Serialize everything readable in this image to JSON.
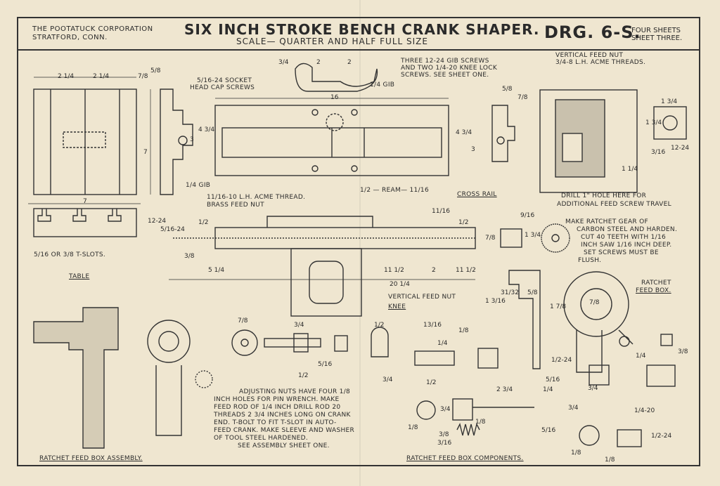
{
  "header": {
    "company_line1": "THE POOTATUCK CORPORATION",
    "company_line2": "STRATFORD, CONN.",
    "title": "SIX INCH STROKE BENCH CRANK SHAPER.",
    "scale": "SCALE— QUARTER AND HALF FULL SIZE",
    "drawing_no": "DRG. 6-S.",
    "sheets_line1": "FOUR SHEETS",
    "sheets_line2": "SHEET THREE."
  },
  "notes": {
    "gib_screws_1": "THREE 12-24 GIB SCREWS",
    "gib_screws_2": "AND TWO 1/4-20 KNEE LOCK",
    "gib_screws_3": "SCREWS. SEE SHEET ONE.",
    "socket_screws_1": "5/16-24 SOCKET",
    "socket_screws_2": "HEAD CAP SCREWS",
    "gib_top": "1/4 GIB",
    "gib_left": "1/4 GIB",
    "acme_thread": "11/16-10 L.H. ACME THREAD.",
    "brass_nut": "BRASS FEED NUT",
    "ream": "1/2 — REAM— 11/16",
    "cross_rail": "CROSS RAIL",
    "vfn_1": "VERTICAL FEED NUT",
    "vfn_2": "3/4-8 L.H. ACME THREADS.",
    "drill_1": "DRILL 1\" HOLE HERE FOR",
    "drill_2": "ADDITIONAL FEED SCREW TRAVEL",
    "ratchet_1": "MAKE RATCHET GEAR OF",
    "ratchet_2": "CARBON STEEL AND HARDEN.",
    "ratchet_3": "CUT 40 TEETH WITH 1/16",
    "ratchet_4": "INCH SAW 1/16 INCH DEEP.",
    "ratchet_5": "SET SCREWS MUST BE",
    "ratchet_6": "FLUSH.",
    "tslots": "5/16 OR 3/8 T-SLOTS.",
    "table": "TABLE",
    "vertical_feed_nut": "VERTICAL FEED NUT",
    "knee": "KNEE",
    "ratchet_feed_box_1": "RATCHET",
    "ratchet_feed_box_2": "FEED BOX.",
    "adj_1": "ADJUSTING NUTS HAVE FOUR 1/8",
    "adj_2": "INCH HOLES FOR PIN WRENCH. MAKE",
    "adj_3": "FEED ROD OF 1/4 INCH DRILL ROD 20",
    "adj_4": "THREADS 2 3/4 INCHES LONG ON CRANK",
    "adj_5": "END. T-BOLT TO FIT T-SLOT IN AUTO-",
    "adj_6": "FEED CRANK. MAKE SLEEVE AND WASHER",
    "adj_7": "OF TOOL STEEL HARDENED.",
    "adj_8": "SEE ASSEMBLY SHEET ONE.",
    "assembly": "RATCHET FEED BOX ASSEMBLY.",
    "components": "RATCHET FEED BOX COMPONENTS."
  },
  "dims": {
    "d_2_1_4a": "2 1/4",
    "d_2_1_4b": "2 1/4",
    "d_7_8a": "7/8",
    "d_5_8a": "5/8",
    "d_3_4a": "3/4",
    "d_2a": "2",
    "d_2b": "2",
    "d_16": "16",
    "d_5_8b": "5/8",
    "d_7_8b": "7/8",
    "d_4_3_4a": "4 3/4",
    "d_3a": "3",
    "d_4_3_4b": "4 3/4",
    "d_3b": "3",
    "d_7a": "7",
    "d_7b": "7",
    "d_1_3_4a": "1 3/4",
    "d_1_3_4b": "1 3/4",
    "d_3_16a": "3/16",
    "d_12_24a": "12-24",
    "d_1_1_4": "1 1/4",
    "d_12_24b": "12-24",
    "d_5_16_24": "5/16-24",
    "d_1_2a": "1/2",
    "d_11_16": "11/16",
    "d_1_2b": "1/2",
    "d_3_8a": "3/8",
    "d_5_1_4": "5 1/4",
    "d_11_1_2a": "11 1/2",
    "d_2c": "2",
    "d_11_1_2b": "11 1/2",
    "d_20_1_4": "20 1/4",
    "d_9_16": "9/16",
    "d_7_8c": "7/8",
    "d_1_3_4c": "1 3/4",
    "d_1_3_16": "1 3/16",
    "d_31_32": "31/32",
    "d_5_8c": "5/8",
    "d_1_7_8": "1 7/8",
    "d_7_8d": "7/8",
    "d_7_8e": "7/8",
    "d_3_4b": "3/4",
    "d_1_2c": "1/2",
    "d_13_16": "13/16",
    "d_1_8a": "1/8",
    "d_1_4a": "1/4",
    "d_5_16a": "5/16",
    "d_1_2d": "1/2",
    "d_3_4c": "3/4",
    "d_1_2_24a": "1/2-24",
    "d_5_16b": "5/16",
    "d_1_4b": "1/4",
    "d_2_3_4": "2 3/4",
    "d_1_2e": "1/2",
    "d_3_4d": "3/4",
    "d_1_8b": "1/8",
    "d_3_8b": "3/8",
    "d_3_16b": "3/16",
    "d_1_8c": "1/8",
    "d_5_16c": "5/16",
    "d_1_4c": "1/4",
    "d_3_8c": "3/8",
    "d_3_4e": "3/4",
    "d_1_4_20": "1/4-20",
    "d_3_4f": "3/4",
    "d_1_2_24b": "1/2-24",
    "d_1_8d": "1/8",
    "d_1_8e": "1/8"
  },
  "colors": {
    "paper": "#efe6d0",
    "ink": "#2a2a2a"
  }
}
